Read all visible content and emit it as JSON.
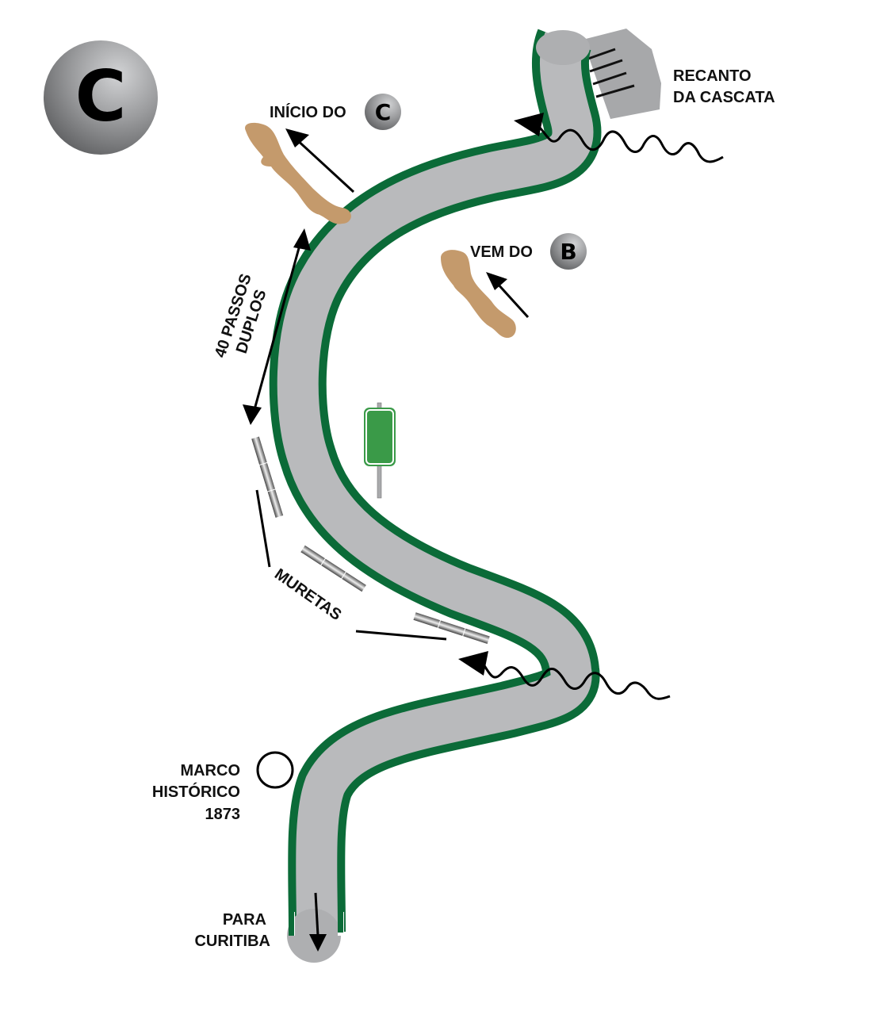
{
  "title_badge": {
    "letter": "C",
    "icon": "sphere-badge"
  },
  "labels": {
    "recanto": [
      "RECANTO",
      "DA CASCATA"
    ],
    "inicio": "INÍCIO DO",
    "inicio_badge": "C",
    "vem_do": "VEM DO",
    "vem_do_badge": "B",
    "passos": [
      "40 PASSOS",
      "DUPLOS"
    ],
    "muretas": "MURETAS",
    "marco": [
      "MARCO",
      "HISTÓRICO",
      "1873"
    ],
    "para_curitiba": [
      "PARA",
      "CURITIBA"
    ]
  },
  "colors": {
    "road_edge": "#0b6b38",
    "road_surface": "#b4b5b7",
    "trail": "#c49a6c",
    "sign": "#3a9a48",
    "badge": "#8a8a8a"
  },
  "features": [
    {
      "type": "road",
      "icon": "winding-road"
    },
    {
      "type": "stream",
      "icon": "wavy-stream-arrow",
      "count": 2
    },
    {
      "type": "trail",
      "icon": "dirt-trail",
      "count": 2
    },
    {
      "type": "guardrail",
      "icon": "mureta-segment",
      "count": 3
    },
    {
      "type": "sign",
      "icon": "green-road-sign"
    },
    {
      "type": "landmark",
      "icon": "circle-marker"
    },
    {
      "type": "waterfall",
      "icon": "cascade-area"
    }
  ]
}
